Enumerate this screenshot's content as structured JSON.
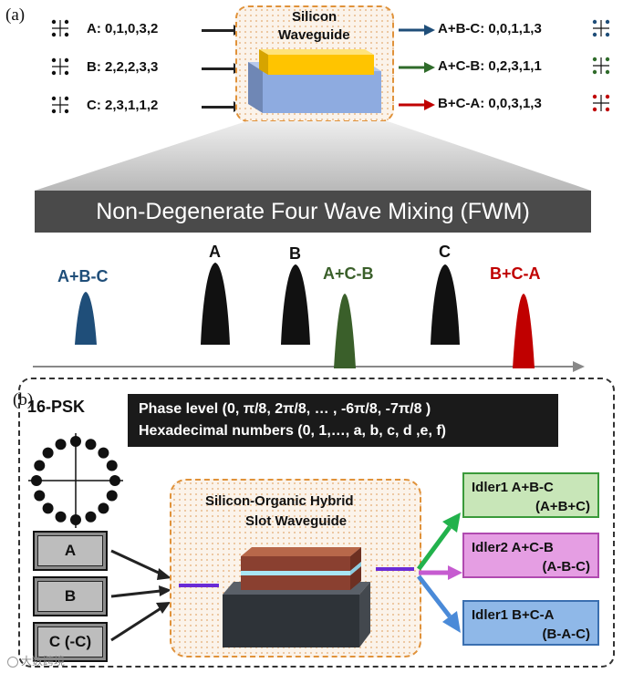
{
  "panel_a": {
    "letter": "(a)",
    "inputs": [
      {
        "label": "A: 0,1,0,3,2"
      },
      {
        "label": "B: 2,2,2,3,3"
      },
      {
        "label": "C: 2,3,1,1,2"
      }
    ],
    "waveguide_title": "Silicon Waveguide",
    "waveguide_line1": "Silicon",
    "waveguide_line2": "Waveguide",
    "outputs": [
      {
        "label": "A+B-C: 0,0,1,1,3",
        "color": "#1f4e79"
      },
      {
        "label": "A+C-B: 0,2,3,1,1",
        "color": "#2f6b2a"
      },
      {
        "label": "B+C-A: 0,0,3,1,3",
        "color": "#c00000"
      }
    ],
    "banner": "Non-Degenerate Four Wave Mixing (FWM)",
    "spectrum_labels": {
      "abc": "A+B-C",
      "a": "A",
      "b": "B",
      "acb": "A+C-B",
      "c": "C",
      "bca": "B+C-A"
    },
    "colors": {
      "blue": "#1f4e79",
      "green": "#3a5f2a",
      "red": "#c00000",
      "black": "#111111",
      "orange": "#e0923a"
    }
  },
  "panel_b": {
    "letter": "(b)",
    "format": "16-PSK",
    "phase_line1": "Phase level (0, π/8, 2π/8, … , -6π/8, -7π/8 )",
    "phase_line2": "Hexadecimal numbers (0, 1,…, a, b, c, d ,e, f)",
    "inputs": [
      {
        "label": "A"
      },
      {
        "label": "B"
      },
      {
        "label": "C (-C)"
      }
    ],
    "waveguide_line1": "Silicon-Organic Hybrid",
    "waveguide_line2": "Slot Waveguide",
    "idlers": [
      {
        "line1": "Idler1 A+B-C",
        "line2": "(A+B+C)",
        "bg": "#c8e6b8",
        "border": "#3a9a3a"
      },
      {
        "line1": "Idler2 A+C-B",
        "line2": "(A-B-C)",
        "bg": "#e59ee3",
        "border": "#b04ab0"
      },
      {
        "line1": "Idler1 B+C-A",
        "line2": "(B-A-C)",
        "bg": "#8fb8e8",
        "border": "#3a6fb0"
      }
    ]
  },
  "watermark": "大数跨境"
}
